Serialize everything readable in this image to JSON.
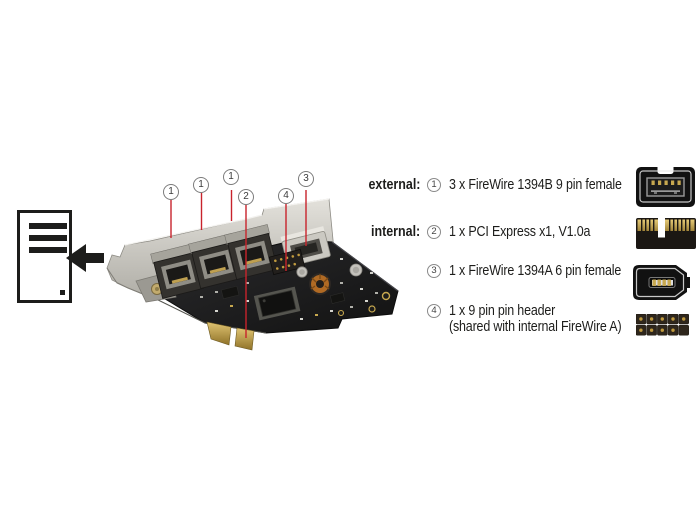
{
  "page": {
    "background": "#ffffff"
  },
  "install_icon": {
    "name": "pc-tower-install-icon",
    "arrow": "arrow-left-into-pc"
  },
  "product_image": {
    "description": "angled photo of PCI Express FireWire card",
    "parts": [
      "pci-bracket",
      "firewire-b-port",
      "firewire-b-port",
      "firewire-b-port",
      "firewire-a-port",
      "pin-header",
      "pcie-x1-edge-connector",
      "controller-chip",
      "toroid-inductor",
      "capacitor"
    ]
  },
  "callouts": [
    {
      "label": "1"
    },
    {
      "label": "1"
    },
    {
      "label": "1"
    },
    {
      "label": "2"
    },
    {
      "label": "4"
    },
    {
      "label": "3"
    }
  ],
  "legend": {
    "rows": [
      {
        "group": "external:",
        "num": "1",
        "text": "3 x FireWire 1394B 9 pin female",
        "icon": "firewire-1394b-9pin-female-icon"
      },
      {
        "group": "internal:",
        "num": "2",
        "text": "1 x PCI Express x1, V1.0a",
        "icon": "pci-express-x1-edge-icon"
      },
      {
        "group": "",
        "num": "3",
        "text": "1 x FireWire 1394A 6 pin female",
        "icon": "firewire-1394a-6pin-female-icon"
      },
      {
        "group": "",
        "num": "4",
        "text": "1 x 9 pin pin header",
        "text2": "(shared with internal FireWire A)",
        "icon": "9pin-pin-header-icon"
      }
    ]
  },
  "colors": {
    "accent_red": "#c8232c",
    "text": "#1d1d1b",
    "gold": "#c7a84f",
    "bracket_silver": "#cac8c2",
    "pcb_black": "#1c1c1a"
  }
}
